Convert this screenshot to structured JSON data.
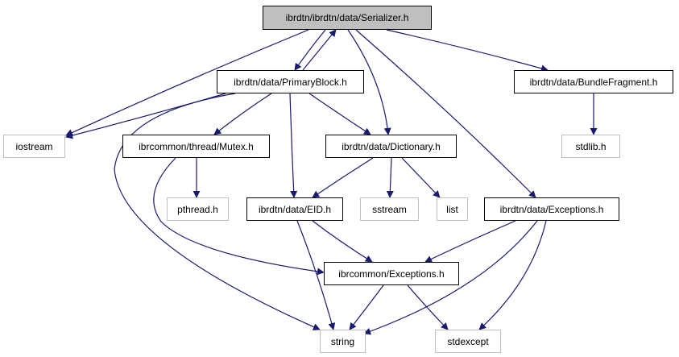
{
  "colors": {
    "edge": "#191970",
    "internal_border": "#000000",
    "external_border": "#bfbfbf",
    "root_fill": "#bfbfbf"
  },
  "nodes": {
    "serializer": "ibrdtn/ibrdtn/data/Serializer.h",
    "primaryblock": "ibrdtn/data/PrimaryBlock.h",
    "bundlefragment": "ibrdtn/data/BundleFragment.h",
    "iostream": "iostream",
    "mutex": "ibrcommon/thread/Mutex.h",
    "dictionary": "ibrdtn/data/Dictionary.h",
    "stdlib": "stdlib.h",
    "pthread": "pthread.h",
    "eid": "ibrdtn/data/EID.h",
    "sstream": "sstream",
    "list": "list",
    "dtnexceptions": "ibrdtn/data/Exceptions.h",
    "commonexceptions": "ibrcommon/Exceptions.h",
    "string": "string",
    "stdexcept": "stdexcept"
  }
}
